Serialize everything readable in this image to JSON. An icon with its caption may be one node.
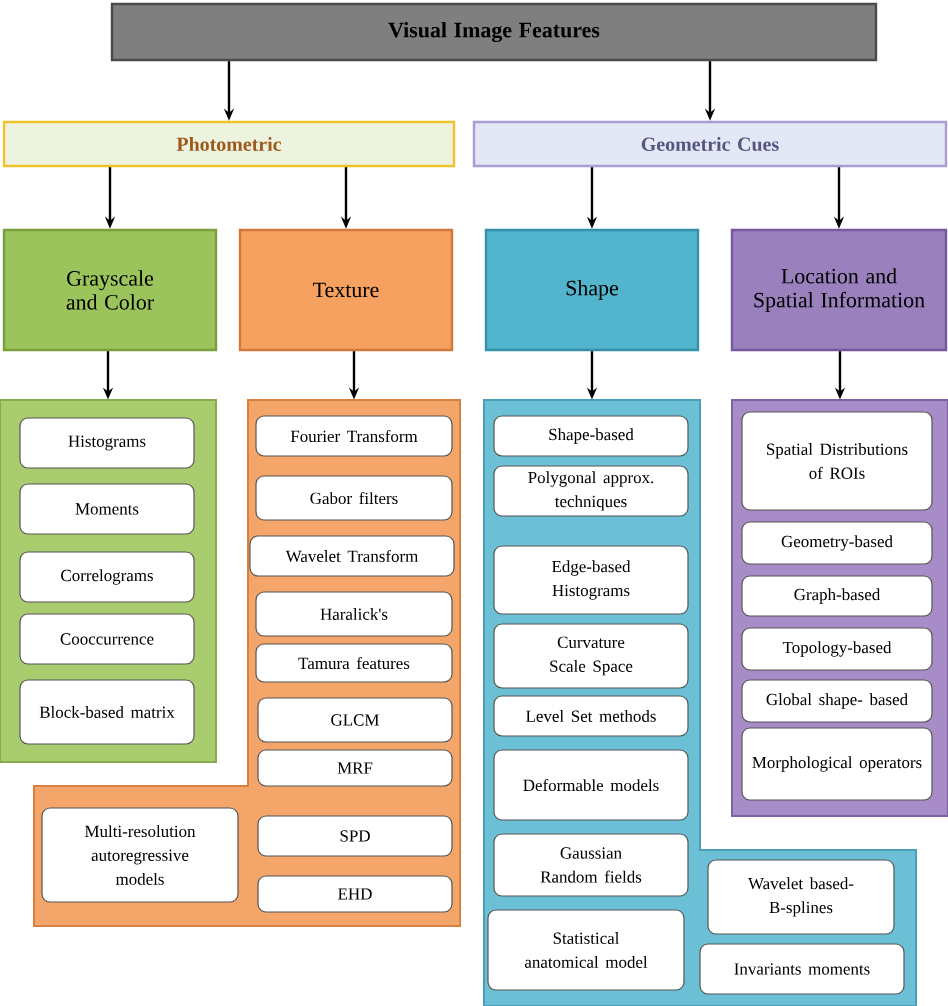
{
  "diagram": {
    "nodes": [
      {
        "text": [
          "Visual Image Features"
        ]
      },
      {
        "text": [
          "Photometric"
        ]
      },
      {
        "text": [
          "Geometric Cues"
        ]
      },
      {
        "text": [
          "Grayscale and Color"
        ]
      },
      {
        "text": [
          "Texture"
        ]
      },
      {
        "text": [
          "Shape"
        ]
      },
      {
        "text": [
          "Location and Spatial Information"
        ]
      },
      {
        "text": [],
        "shape": "box"
      },
      {
        "text": [
          "Histograms"
        ],
        "in": 7
      },
      {
        "text": [
          "Moments"
        ],
        "in": 7
      },
      {
        "text": [
          "Correlograms"
        ],
        "in": 7
      },
      {
        "text": [
          "Cooccurrence"
        ],
        "in": 7
      },
      {
        "text": [
          "Block-based matrix"
        ],
        "in": 7
      },
      {
        "text": [],
        "shape": "box"
      },
      {
        "text": [
          "Fourier Transform"
        ],
        "in": 13
      },
      {
        "text": [
          "Gabor filters"
        ],
        "in": 13
      },
      {
        "text": [
          "Wavelet Transform"
        ],
        "in": 13
      },
      {
        "text": [
          "Haralick's"
        ],
        "in": 13
      },
      {
        "text": [
          "Tamura features"
        ],
        "in": 13
      },
      {
        "text": [
          "GLCM"
        ],
        "in": 13
      },
      {
        "text": [
          "MRF"
        ],
        "in": 13
      },
      {
        "text": [
          "SPD"
        ],
        "in": 13
      },
      {
        "text": [
          "EHD"
        ],
        "in": 13
      },
      {
        "text": [
          "Multi-resolution autoregressive models"
        ],
        "in": 13
      },
      {
        "text": [],
        "shape": "box"
      },
      {
        "text": [
          "Shape-based"
        ],
        "in": 24
      },
      {
        "text": [
          "Polygonal approx. techniques"
        ],
        "in": 24
      },
      {
        "text": [
          "Edge-based Histograms"
        ],
        "in": 24
      },
      {
        "text": [
          "Curvature Scale Space"
        ],
        "in": 24
      },
      {
        "text": [
          "Level Set methods"
        ],
        "in": 24
      },
      {
        "text": [
          "Deformable models"
        ],
        "in": 24
      },
      {
        "text": [
          "Gaussian Random fields"
        ],
        "in": 24
      },
      {
        "text": [
          "Statistical anatomical model"
        ],
        "in": 24
      },
      {
        "text": [
          "Wavelet based- B-splines"
        ],
        "in": 24
      },
      {
        "text": [
          "Invariants moments"
        ],
        "in": 24
      },
      {
        "text": [],
        "shape": "box"
      },
      {
        "text": [
          "Spatial Distributions of ROIs"
        ],
        "in": 35
      },
      {
        "text": [
          "Geometry-based"
        ],
        "in": 35
      },
      {
        "text": [
          "Graph-based"
        ],
        "in": 35
      },
      {
        "text": [
          "Topology-based"
        ],
        "in": 35
      },
      {
        "text": [
          "Global shape- based"
        ],
        "in": 35
      },
      {
        "text": [
          "Morphological operators"
        ],
        "in": 35
      }
    ],
    "edges": [
      {
        "from": 0,
        "to": 1,
        "arrow": "to"
      },
      {
        "from": 0,
        "to": 2,
        "arrow": "to"
      },
      {
        "from": 1,
        "to": 3,
        "arrow": "to"
      },
      {
        "from": 1,
        "to": 4,
        "arrow": "to"
      },
      {
        "from": 2,
        "to": 5,
        "arrow": "to"
      },
      {
        "from": 2,
        "to": 6,
        "arrow": "to"
      },
      {
        "from": 3,
        "to": 7,
        "arrow": "to"
      },
      {
        "from": 4,
        "to": 13,
        "arrow": "to"
      },
      {
        "from": 5,
        "to": 24,
        "arrow": "to"
      },
      {
        "from": 6,
        "to": 35,
        "arrow": "to"
      }
    ]
  }
}
